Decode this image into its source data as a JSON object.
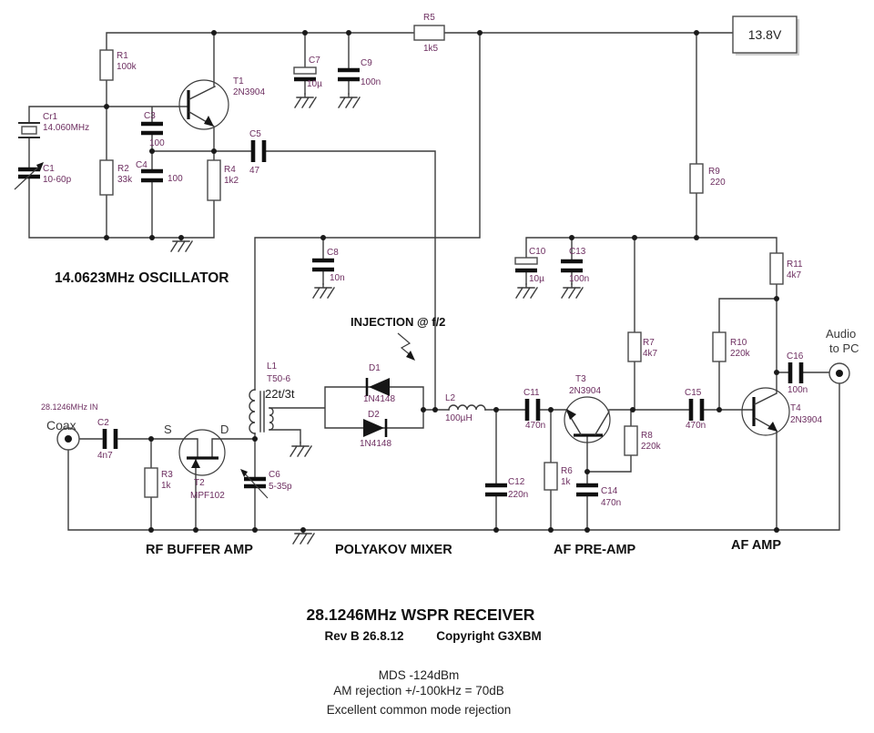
{
  "colors": {
    "wire": "#3c3c3c",
    "component_label": "#6d2e60",
    "text": "#111111",
    "background": "#ffffff"
  },
  "power": {
    "label": "13.8V"
  },
  "sections": {
    "oscillator": "14.0623MHz OSCILLATOR",
    "rf_buffer": "RF BUFFER AMP",
    "mixer": "POLYAKOV MIXER",
    "af_preamp": "AF PRE-AMP",
    "af_amp": "AF AMP"
  },
  "annotations": {
    "injection": "INJECTION @ f/2",
    "rf_in": "28.1246MHz IN",
    "coax": "Coax",
    "audio1": "Audio",
    "audio2": "to PC",
    "source": "S",
    "drain": "D"
  },
  "components": {
    "r1": {
      "ref": "R1",
      "val": "100k"
    },
    "r2": {
      "ref": "R2",
      "val": "33k"
    },
    "r3": {
      "ref": "R3",
      "val": "1k"
    },
    "r4": {
      "ref": "R4",
      "val": "1k2"
    },
    "r5": {
      "ref": "R5",
      "val": "1k5"
    },
    "r6": {
      "ref": "R6",
      "val": "1k"
    },
    "r7": {
      "ref": "R7",
      "val": "4k7"
    },
    "r8": {
      "ref": "R8",
      "val": "220k"
    },
    "r9": {
      "ref": "R9",
      "val": "220"
    },
    "r10": {
      "ref": "R10",
      "val": "220k"
    },
    "r11": {
      "ref": "R11",
      "val": "4k7"
    },
    "c1": {
      "ref": "C1",
      "val": "10-60p"
    },
    "c2": {
      "ref": "C2",
      "val": "4n7"
    },
    "c3": {
      "ref": "C3",
      "val": "100"
    },
    "c4": {
      "ref": "C4",
      "val": "100"
    },
    "c5": {
      "ref": "C5",
      "val": "47"
    },
    "c6": {
      "ref": "C6",
      "val": "5-35p"
    },
    "c7": {
      "ref": "C7",
      "val": "10µ"
    },
    "c8": {
      "ref": "C8",
      "val": "10n"
    },
    "c9": {
      "ref": "C9",
      "val": "100n"
    },
    "c10": {
      "ref": "C10",
      "val": "10µ"
    },
    "c11": {
      "ref": "C11",
      "val": "470n"
    },
    "c12": {
      "ref": "C12",
      "val": "220n"
    },
    "c13": {
      "ref": "C13",
      "val": "100n"
    },
    "c14": {
      "ref": "C14",
      "val": "470n"
    },
    "c15": {
      "ref": "C15",
      "val": "470n"
    },
    "c16": {
      "ref": "C16",
      "val": "100n"
    },
    "cr1": {
      "ref": "Cr1",
      "val": "14.060MHz"
    },
    "l1": {
      "ref": "L1",
      "core": "T50-6",
      "turns": "22t/3t"
    },
    "l2": {
      "ref": "L2",
      "val": "100µH"
    },
    "d1": {
      "ref": "D1",
      "val": "1N4148"
    },
    "d2": {
      "ref": "D2",
      "val": "1N4148"
    },
    "t1": {
      "ref": "T1",
      "val": "2N3904"
    },
    "t2": {
      "ref": "T2",
      "val": "MPF102"
    },
    "t3": {
      "ref": "T3",
      "val": "2N3904"
    },
    "t4": {
      "ref": "T4",
      "val": "2N3904"
    }
  },
  "title_block": {
    "title": "28.1246MHz WSPR RECEIVER",
    "rev_left": "Rev B 26.8.12",
    "rev_right": "Copyright G3XBM"
  },
  "notes": {
    "mds": "MDS -124dBm",
    "am": "AM rejection +/-100kHz = 70dB",
    "cm": "Excellent common mode rejection"
  }
}
